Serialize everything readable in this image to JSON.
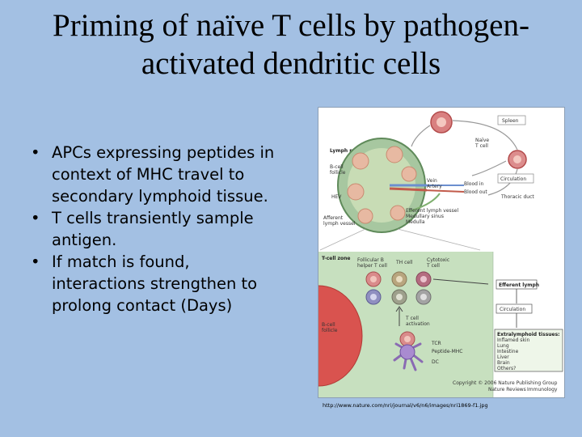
{
  "slide": {
    "title_line1": "Priming of naïve T cells by pathogen-",
    "title_line2": "activated dendritic cells",
    "bullets": [
      {
        "lines": [
          "APCs expressing peptides in",
          "context of MHC travel to",
          "secondary lymphoid tissue."
        ]
      },
      {
        "lines": [
          "T cells transiently sample",
          "antigen."
        ]
      },
      {
        "lines": [
          "If match is found,",
          "interactions strengthen to",
          "prolong contact (Days)"
        ]
      }
    ],
    "bullet_glyph": "•",
    "source_url": "http://www.nature.com/nri/journal/v6/n6/images/nri1869-f1.jpg"
  },
  "figure": {
    "top_panel": {
      "spleen": "Spleen",
      "lymph_node": "Lymph node",
      "naive_t_cell_line1": "Naïve",
      "naive_t_cell_line2": "T cell",
      "b_cell_follicle_line1": "B-cell",
      "b_cell_follicle_line2": "follicle",
      "vein": "Vein",
      "artery": "Artery",
      "blood_in": "Blood in",
      "blood_out": "Blood out",
      "hev": "HEV",
      "circulation": "Circulation",
      "thoracic_duct": "Thoracic duct",
      "afferent_lymph_line1": "Afferent",
      "afferent_lymph_line2": "lymph vessel",
      "efferent_lymph_vessel": "Efferent lymph vessel",
      "medullary_sinus": "Medullary sinus",
      "medulla": "Medulla"
    },
    "bottom_panel": {
      "t_cell_zone": "T-cell zone",
      "follicular_b_helper_line1": "Follicular B",
      "follicular_b_helper_line2": "helper T cell",
      "th_cell": "TH cell",
      "cytotoxic_line1": "Cytotoxic",
      "cytotoxic_line2": "T cell",
      "efferent_lymph": "Efferent lymph",
      "circulation": "Circulation",
      "b_cell_follicle_line1": "B-cell",
      "b_cell_follicle_line2": "follicle",
      "t_cell_activation_line1": "T cell",
      "t_cell_activation_line2": "activation",
      "tcr": "TCR",
      "peptide_mhc": "Peptide-MHC",
      "dc": "DC",
      "extralymphoid_title": "Extralymphoid tissues:",
      "extralymphoid_items": [
        "Inflamed skin",
        "Lung",
        "Intestine",
        "Liver",
        "Brain",
        "Others?"
      ],
      "copyright_line1": "Copyright © 2006 Nature Publishing Group",
      "copyright_line2a": "Nature Reviews",
      "copyright_line2b": "Immunology"
    }
  }
}
